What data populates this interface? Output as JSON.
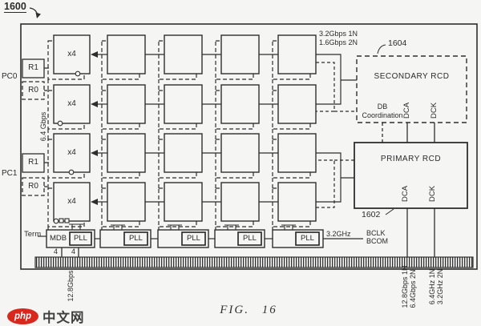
{
  "figure": {
    "ref_number": "1600",
    "caption": "FIG. 16"
  },
  "channels": {
    "pc0": "PC0",
    "pc1": "PC1",
    "rank1": "R1",
    "rank0": "R0"
  },
  "dram": {
    "width_label": "x4"
  },
  "rates": {
    "left_vertical": "6.4 Gbps",
    "top_line1": "3.2Gbps 1N",
    "top_line2": "1.6Gbps 2N"
  },
  "secondary_rcd": {
    "ref": "1604",
    "title": "SECONDARY RCD",
    "db_line1": "DB",
    "db_line2": "Coordination",
    "dca": "DCA",
    "dck": "DCK"
  },
  "primary_rcd": {
    "ref": "1602",
    "title": "PRIMARY RCD",
    "dca": "DCA",
    "dck": "DCK"
  },
  "pll_row": {
    "term": "Term",
    "mdb": "MDB",
    "pll": "PLL",
    "clock": "3.2GHz",
    "bclk": "BCLK",
    "bcom": "BCOM",
    "bus_width": "4"
  },
  "connector": {
    "mdb_rate": "12.8Gbps",
    "dca_rate_line1": "12.8Gbps 1N",
    "dca_rate_line2": "6.4Gbps 2N",
    "dck_rate_line1": "6.4GHz 1N",
    "dck_rate_line2": "3.2GHz 2N"
  },
  "watermark": {
    "logo": "php",
    "site": "中文网"
  },
  "colors": {
    "line": "#2e2e2e",
    "background": "#f5f5f3",
    "watermark_red": "#d8271c"
  }
}
